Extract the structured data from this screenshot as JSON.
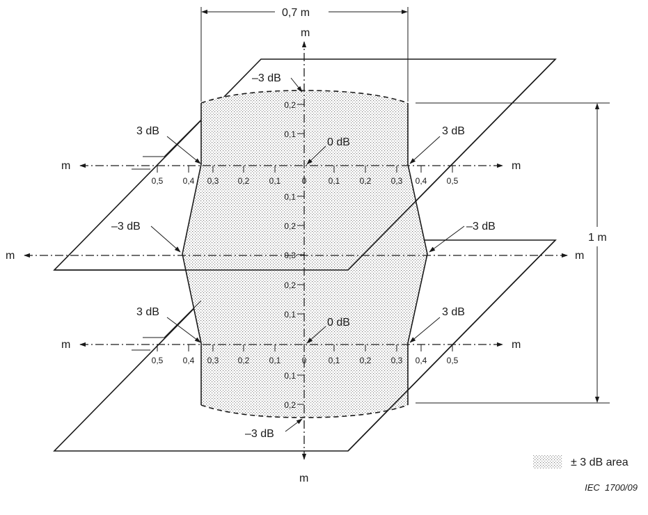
{
  "dimensions": {
    "width": "0,7 m",
    "height": "1 m"
  },
  "axis_unit": "m",
  "levels": {
    "zero": "0 dB",
    "plus3": "3 dB",
    "minus3": "–3 dB"
  },
  "ticks": {
    "horizontal": [
      "0,5",
      "0,4",
      "0,3",
      "0,2",
      "0,1",
      "0",
      "0,1",
      "0,2",
      "0,3",
      "0,4",
      "0,5"
    ],
    "vertical_top": [
      "0,2",
      "0,1"
    ],
    "vertical_upper": [
      "0,1",
      "0,2",
      "0,3"
    ],
    "vertical_lower": [
      "0,2",
      "0,1"
    ],
    "vertical_bottom": [
      "0,1",
      "0,2"
    ]
  },
  "legend": {
    "label": "± 3 dB area"
  },
  "reference": "IEC  1700/09",
  "colors": {
    "line": "#1a1a1a",
    "pattern": "#7a7a7a"
  }
}
